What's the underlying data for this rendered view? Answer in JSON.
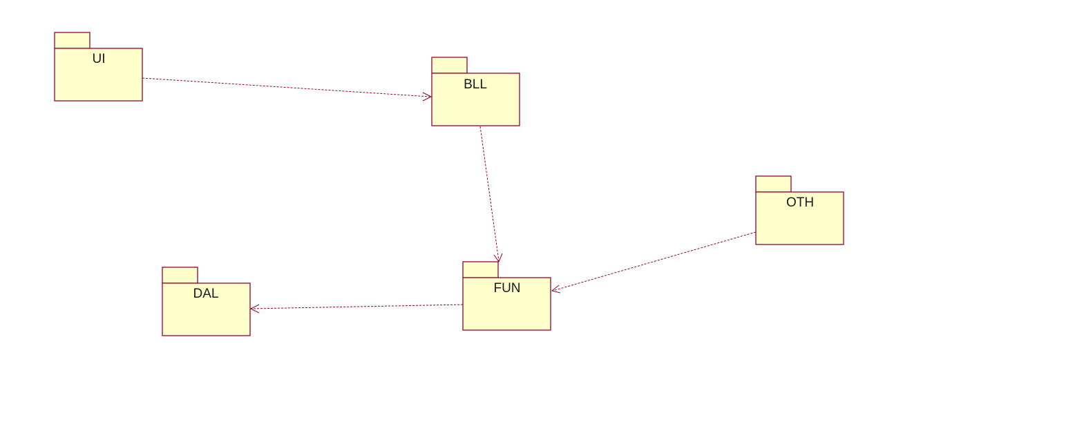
{
  "diagram": {
    "colors": {
      "package_fill": "#FFFFCC",
      "package_border": "#990033",
      "dependency_line": "#990033",
      "background": "#FFFFFF"
    },
    "packages": [
      {
        "id": "ui",
        "name": "UI"
      },
      {
        "id": "bll",
        "name": "BLL"
      },
      {
        "id": "oth",
        "name": "OTH"
      },
      {
        "id": "fun",
        "name": "FUN"
      },
      {
        "id": "dal",
        "name": "DAL"
      }
    ],
    "dependencies": [
      {
        "from": "UI",
        "to": "BLL",
        "style": "dashed-open-arrow"
      },
      {
        "from": "BLL",
        "to": "FUN",
        "style": "dashed-open-arrow"
      },
      {
        "from": "OTH",
        "to": "FUN",
        "style": "dashed-open-arrow"
      },
      {
        "from": "FUN",
        "to": "DAL",
        "style": "dashed-open-arrow"
      }
    ]
  }
}
